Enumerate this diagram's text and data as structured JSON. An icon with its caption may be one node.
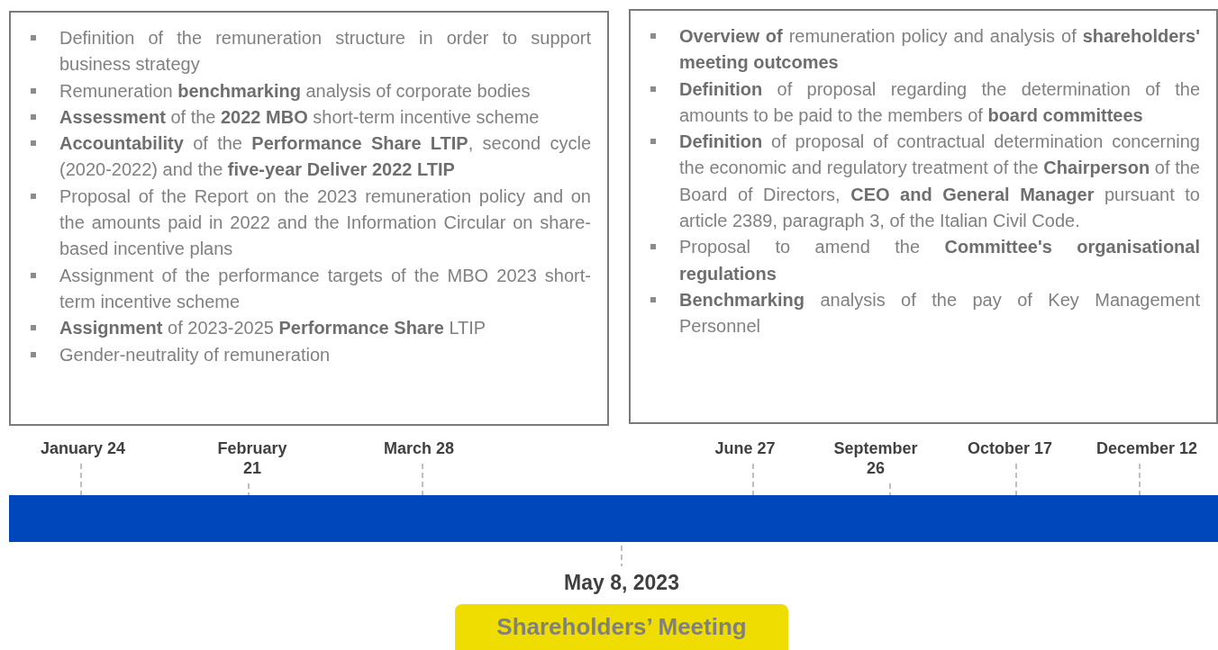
{
  "diagram": {
    "nodes": [
      {
        "text": [
          "Definition of the remuneration structure in order to support business strategy",
          "Remuneration **benchmarking** analysis of corporate bodies",
          "**Assessment** of the **2022 MBO** short-term incentive scheme",
          "**Accountability** of the **Performance Share LTIP**, second cycle (2020-2022) and the **five-year Deliver 2022 LTIP**",
          "Proposal of the Report on the 2023 remuneration policy and on the amounts paid in 2022 and the Information Circular on share-based incentive plans",
          "Assignment of the performance targets of the MBO 2023 short-term incentive scheme",
          "**Assignment** of 2023-2025 **Performance Share** LTIP",
          "Gender-neutrality of remuneration"
        ]
      },
      {
        "text": [
          "**Overview of** remuneration policy and analysis of **shareholders' meeting outcomes**",
          "**Definition** of proposal regarding the determination of the amounts to be paid to the members of **board committees**",
          "**Definition** of proposal of contractual determination concerning the economic and regulatory treatment of the **Chairperson** of the Board of Directors, **CEO and General Manager** pursuant to article 2389, paragraph 3, of the Italian Civil Code.",
          "Proposal to amend the **Committee's organisational regulations**",
          "**Benchmarking** analysis of the pay of Key Management Personnel"
        ]
      },
      {
        "text": [],
        "shape": "bar"
      },
      {
        "text": [
          "January 24"
        ]
      },
      {
        "text": [
          "February 21"
        ]
      },
      {
        "text": [
          "March 28"
        ]
      },
      {
        "text": [
          "June 27"
        ]
      },
      {
        "text": [
          "September 26"
        ]
      },
      {
        "text": [
          "October 17"
        ]
      },
      {
        "text": [
          "December 12"
        ]
      },
      {
        "text": [
          "May 8, 2023"
        ]
      },
      {
        "text": [
          "Shareholders’ Meeting"
        ]
      }
    ],
    "edges": [
      {
        "from": 3,
        "to": 2,
        "arrow": "none",
        "style": "dashed"
      },
      {
        "from": 4,
        "to": 2,
        "arrow": "none",
        "style": "dashed"
      },
      {
        "from": 5,
        "to": 2,
        "arrow": "none",
        "style": "dashed"
      },
      {
        "from": 6,
        "to": 2,
        "arrow": "none",
        "style": "dashed"
      },
      {
        "from": 7,
        "to": 2,
        "arrow": "none",
        "style": "dashed"
      },
      {
        "from": 8,
        "to": 2,
        "arrow": "none",
        "style": "dashed"
      },
      {
        "from": 9,
        "to": 2,
        "arrow": "none",
        "style": "dashed"
      },
      {
        "from": 2,
        "to": 10,
        "arrow": "none",
        "style": "dashed"
      }
    ]
  }
}
